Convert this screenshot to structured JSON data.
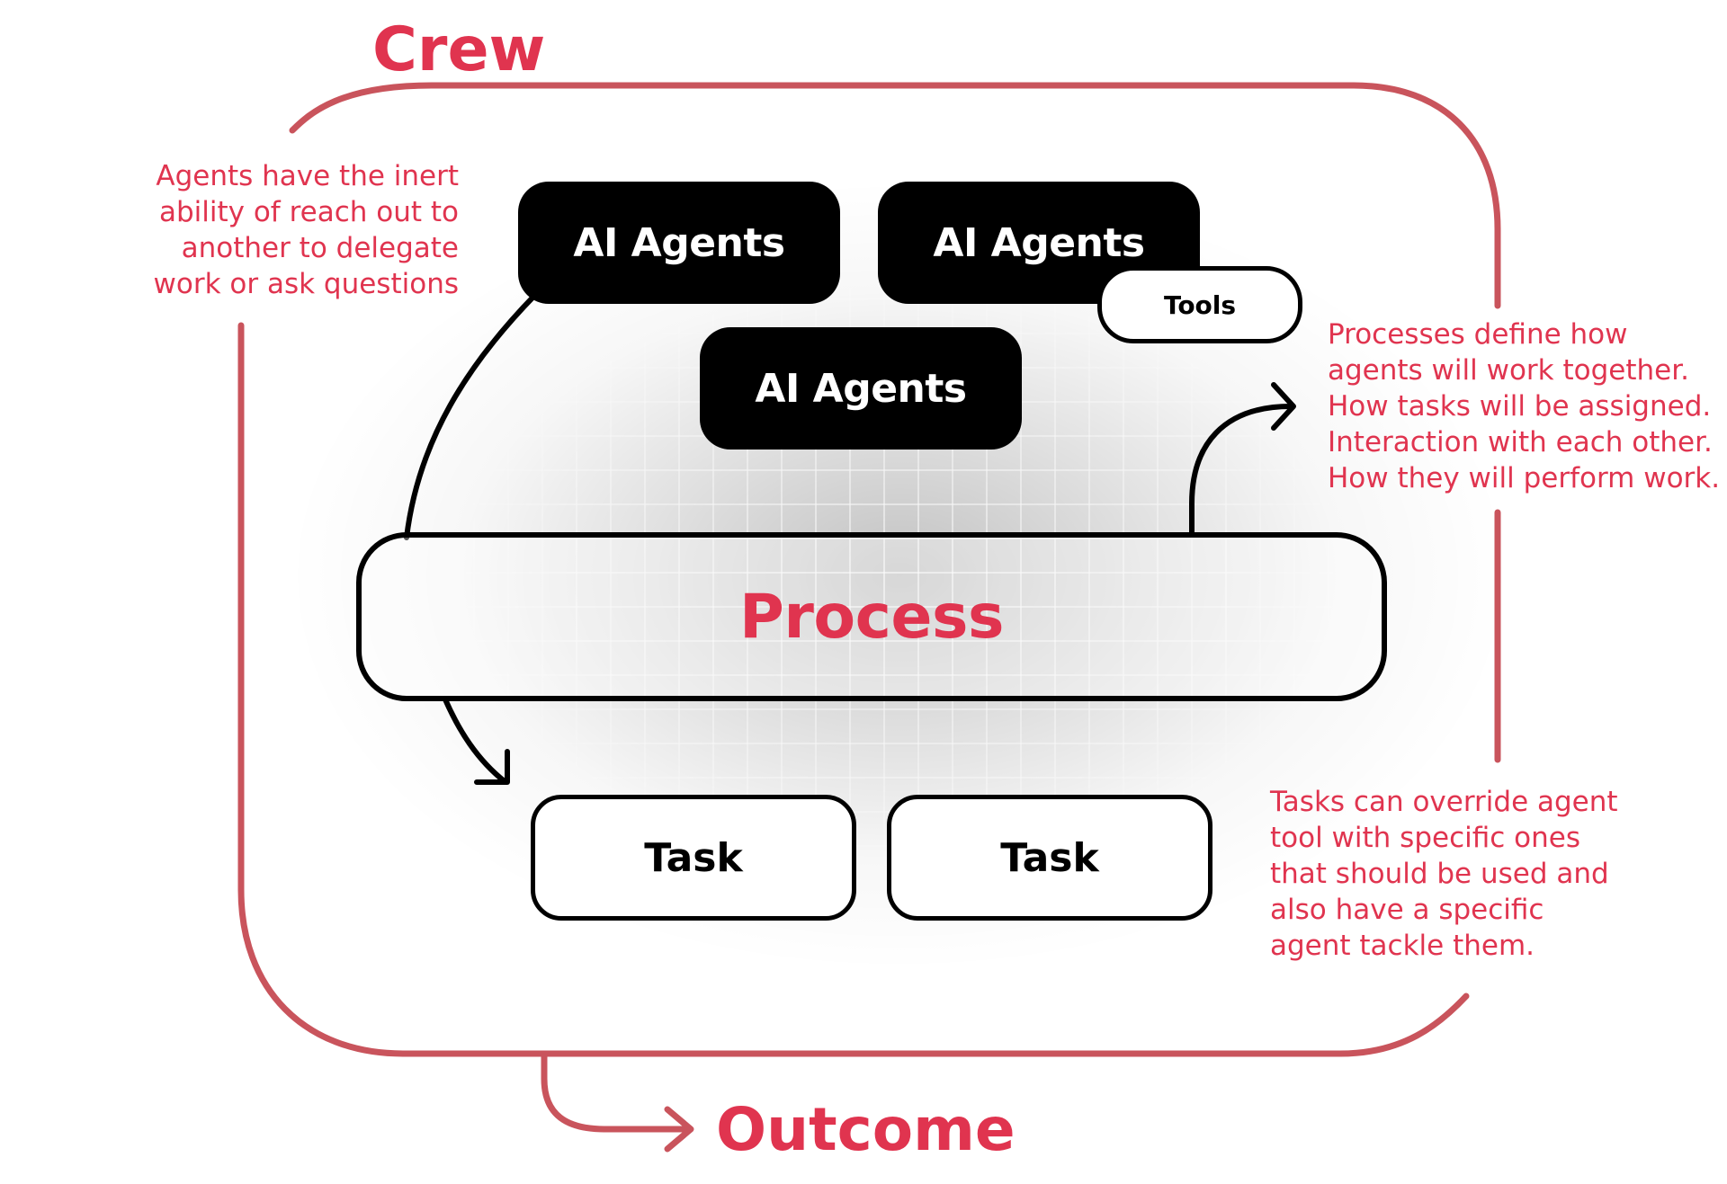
{
  "diagram": {
    "crew_label": "Crew",
    "outcome_label": "Outcome",
    "process_label": "Process",
    "agents": [
      {
        "label": "AI Agents"
      },
      {
        "label": "AI Agents"
      },
      {
        "label": "AI Agents"
      }
    ],
    "tools_label": "Tools",
    "tasks": [
      {
        "label": "Task"
      },
      {
        "label": "Task"
      }
    ],
    "notes": {
      "agents": [
        "Agents have the inert",
        "ability of reach out to",
        "another to delegate",
        "work or ask questions"
      ],
      "process": [
        "Processes define how",
        "agents will work together.",
        "How tasks will be assigned.",
        "Interaction with each other.",
        "How they will perform work."
      ],
      "tasks": [
        "Tasks can override agent",
        "tool with specific ones",
        "that should be used and",
        "also have a specific",
        "agent tackle them."
      ]
    },
    "colors": {
      "accent": "#e0344f",
      "frame": "#c9545c",
      "box_dark": "#000000",
      "box_light": "#ffffff"
    }
  }
}
